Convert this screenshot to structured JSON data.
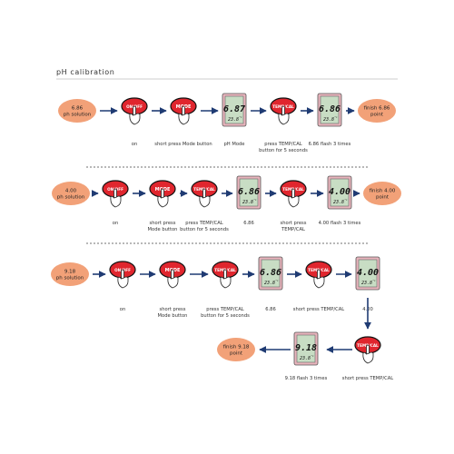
{
  "title": "pH calibration",
  "rows": [
    {
      "start": [
        "6.86",
        "ph solution"
      ],
      "finish": [
        "finish 6.86",
        "point"
      ],
      "steps": [
        {
          "kind": "button",
          "button": "ON/OFF",
          "caption": [
            "on"
          ]
        },
        {
          "kind": "button",
          "button": "MODE",
          "caption": [
            "short press Mode button"
          ]
        },
        {
          "kind": "display",
          "reading": "6.87",
          "temp": "23.8",
          "caption": [
            "pH Mode"
          ]
        },
        {
          "kind": "button",
          "button": "TEMP/CAL",
          "caption": [
            "press TEMP/CAL",
            "button for 5 seconds"
          ]
        },
        {
          "kind": "display",
          "reading": "6.86",
          "temp": "23.8",
          "caption": [
            "6.86 flash 3 times"
          ]
        }
      ]
    },
    {
      "start": [
        "4.00",
        "ph solution"
      ],
      "finish": [
        "finish 4.00",
        "point"
      ],
      "steps": [
        {
          "kind": "button",
          "button": "ON/OFF",
          "caption": [
            "on"
          ]
        },
        {
          "kind": "button",
          "button": "MODE",
          "caption": [
            "short press",
            "Mode button"
          ]
        },
        {
          "kind": "button",
          "button": "TEMP/CAL",
          "caption": [
            "press TEMP/CAL",
            "button for 5 seconds"
          ]
        },
        {
          "kind": "display",
          "reading": "6.86",
          "temp": "23.8",
          "caption": [
            "6.86"
          ]
        },
        {
          "kind": "button",
          "button": "TEMP/CAL",
          "caption": [
            "short press",
            "TEMP/CAL"
          ]
        },
        {
          "kind": "display",
          "reading": "4.00",
          "temp": "23.8",
          "caption": [
            "4.00 flash 3 times"
          ]
        }
      ]
    },
    {
      "start": [
        "9.18",
        "ph solution"
      ],
      "finish": [
        "finish 9.18",
        "point"
      ],
      "steps": [
        {
          "kind": "button",
          "button": "ON/OFF",
          "caption": [
            "on"
          ]
        },
        {
          "kind": "button",
          "button": "MODE",
          "caption": [
            "short press",
            "Mode button"
          ]
        },
        {
          "kind": "button",
          "button": "TEMP/CAL",
          "caption": [
            "press TEMP/CAL",
            "button for 5 seconds"
          ]
        },
        {
          "kind": "display",
          "reading": "6.86",
          "temp": "23.8",
          "caption": [
            "6.86"
          ]
        },
        {
          "kind": "button",
          "button": "TEMP/CAL",
          "caption": [
            "short press TEMP/CAL"
          ]
        },
        {
          "kind": "display",
          "reading": "4.00",
          "temp": "23.8",
          "caption": [
            "4.00"
          ]
        }
      ],
      "return_steps": [
        {
          "kind": "button",
          "button": "TEMP/CAL",
          "caption": [
            "short press TEMP/CAL"
          ]
        },
        {
          "kind": "display",
          "reading": "9.18",
          "temp": "23.8",
          "caption": [
            "9.18 flash 3 times"
          ]
        }
      ]
    }
  ],
  "colors": {
    "oval_fill": "#f2a178",
    "button_red": "#e0262e",
    "lcd_bg": "#c8ddc4",
    "lcd_frame": "#e8b4bc",
    "arrow": "#1f3b73",
    "divider": "#444444"
  }
}
